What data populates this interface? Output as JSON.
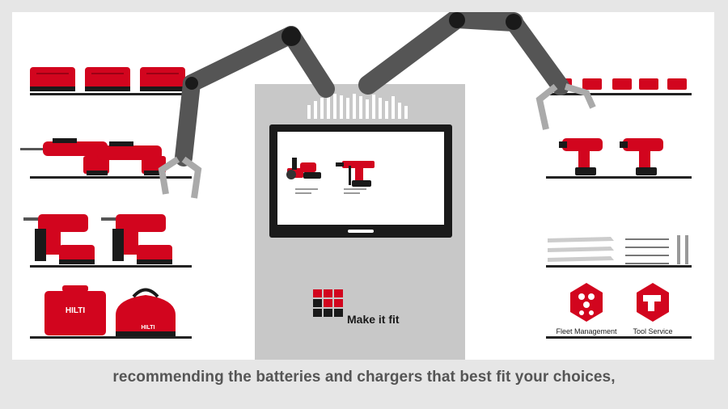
{
  "caption": "recommending the batteries and chargers that best fit your choices,",
  "brand_text": "HILTI",
  "kiosk": {
    "tagline": "Make it fit"
  },
  "services": {
    "fleet_label": "Fleet Management",
    "tool_label": "Tool Service"
  },
  "colors": {
    "brand_red": "#d2051e",
    "dark": "#1a1a1a",
    "arm_gray": "#555555",
    "kiosk_gray": "#c8c8c8",
    "shelf": "#222222"
  },
  "icons": [
    "robot-arm-left",
    "robot-arm-right",
    "kiosk-screen",
    "make-it-fit-logo",
    "fleet-management-icon",
    "tool-service-icon"
  ]
}
